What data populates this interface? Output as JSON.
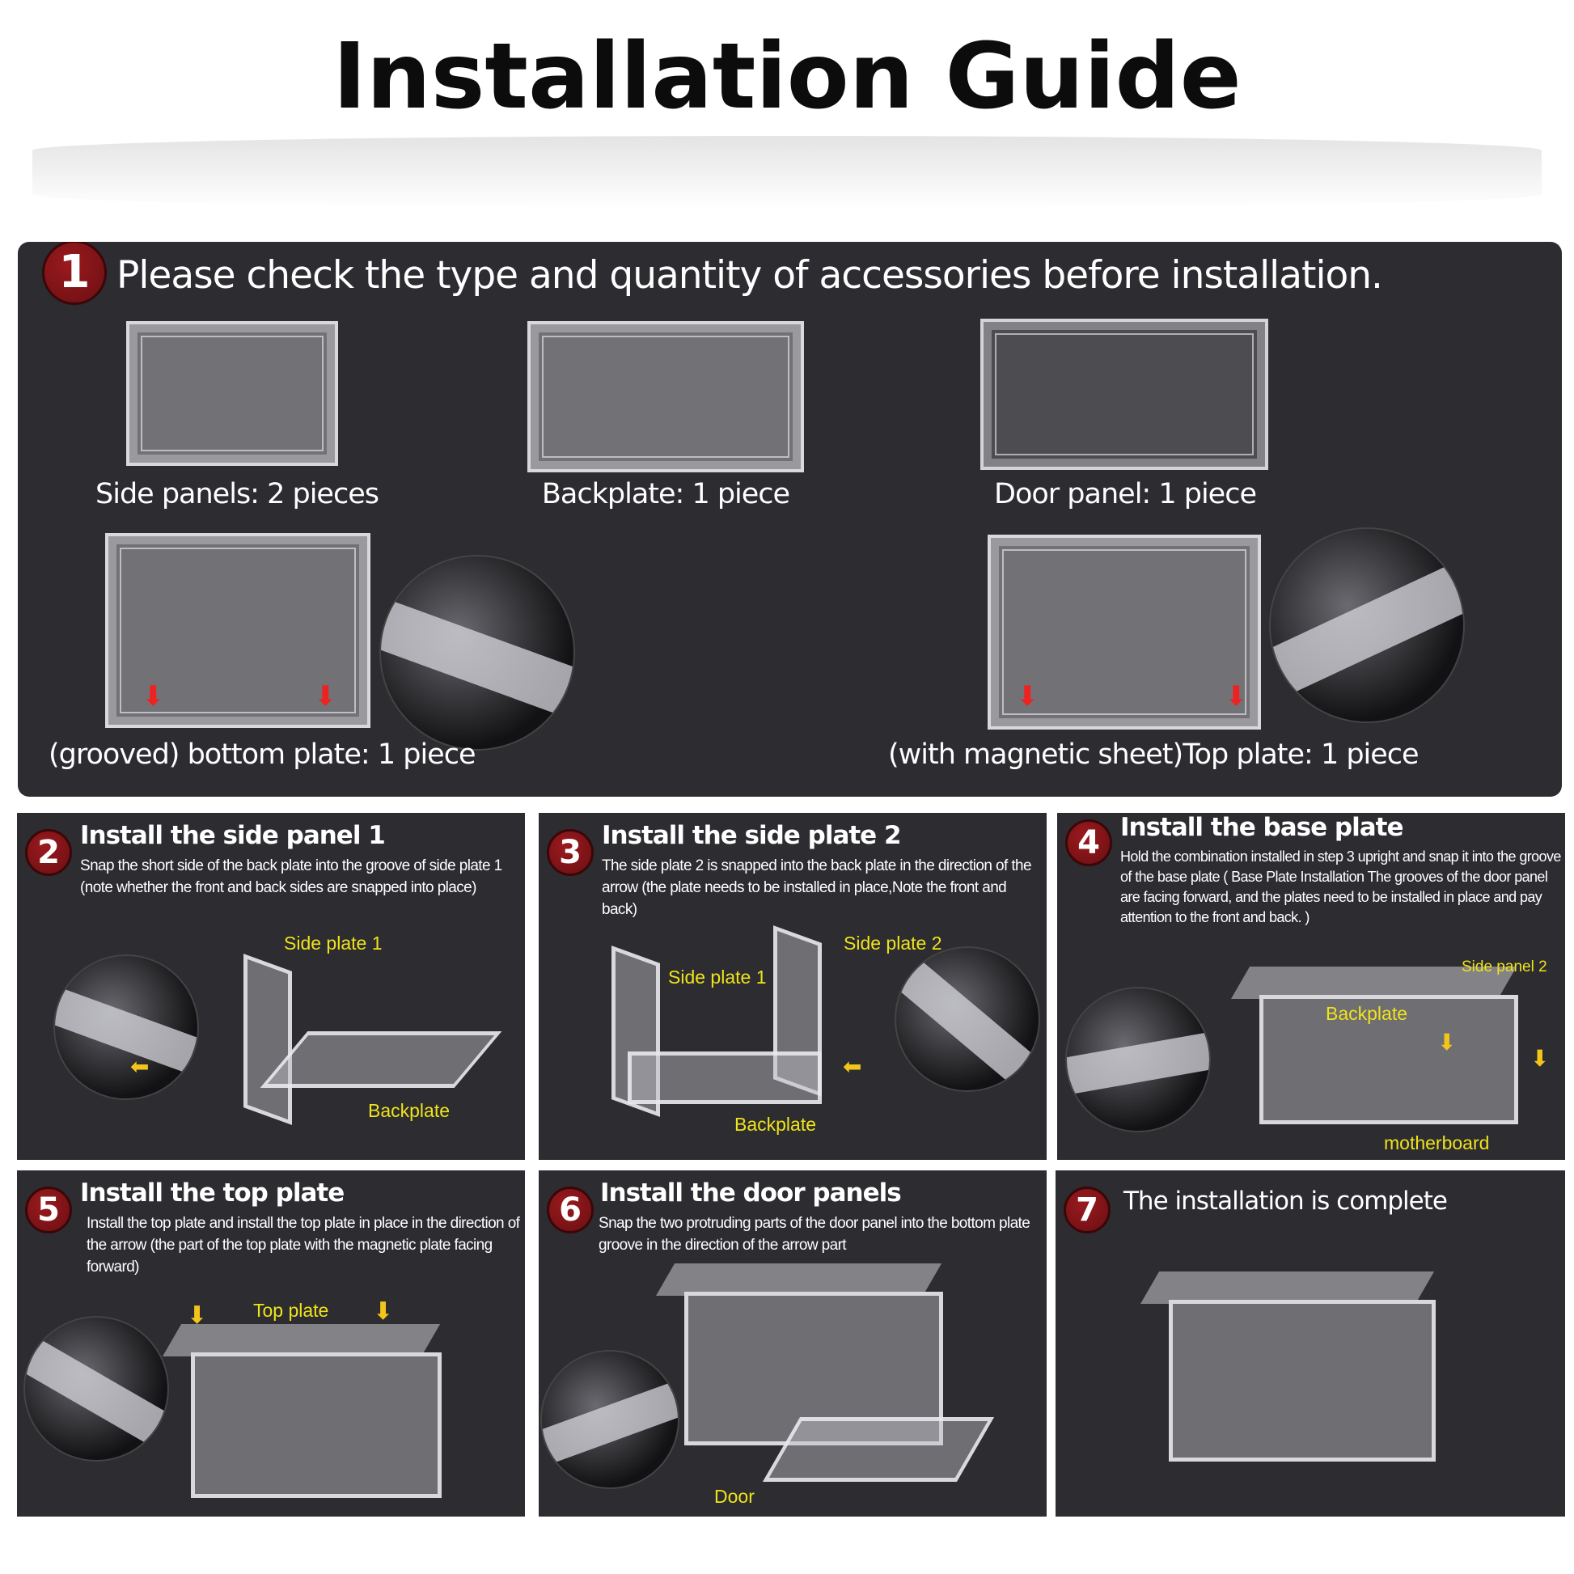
{
  "title": "Installation Guide",
  "step1": {
    "number": "1",
    "heading": "Please check the type and quantity of accessories before installation.",
    "items": [
      "Side panels: 2 pieces",
      "Backplate: 1 piece",
      "Door panel: 1 piece",
      "(grooved) bottom plate: 1 piece",
      "(with magnetic sheet)Top plate: 1 piece"
    ]
  },
  "steps": [
    {
      "number": "2",
      "title": "Install the side panel 1",
      "desc": "Snap the short side of the back plate into the groove of side plate 1 (note whether the front and back sides are snapped into place)",
      "labels": [
        "Side plate 1",
        "Backplate"
      ]
    },
    {
      "number": "3",
      "title": "Install the side plate 2",
      "desc": "The side plate 2 is snapped into the back plate in the direction of the arrow (the plate needs to be installed in place,Note the front and back)",
      "labels": [
        "Side plate 2",
        "Side plate 1",
        "Backplate"
      ]
    },
    {
      "number": "4",
      "title": "Install the base plate",
      "desc": "Hold the combination installed in step 3 upright and snap it into the groove of the base plate ( Base Plate Installation The grooves of the door panel are facing forward, and the plates need to be installed in place and pay attention to the front and back. )",
      "labels": [
        "Backplate",
        "Side panel 2",
        "motherboard"
      ]
    },
    {
      "number": "5",
      "title": "Install the top plate",
      "desc": "Install the top plate and install the top plate in place in the direction of the arrow (the part of the top plate with the magnetic plate facing forward)",
      "labels": [
        "Top plate"
      ]
    },
    {
      "number": "6",
      "title": "Install the door panels",
      "desc": "Snap the two protruding parts of the door panel into the bottom plate groove in the direction of the arrow part",
      "labels": [
        "Door"
      ]
    },
    {
      "number": "7",
      "title": "The installation is complete"
    }
  ],
  "colors": {
    "panel": "#2c2c31",
    "badge": "#7a1518",
    "label": "#f0e31a"
  }
}
